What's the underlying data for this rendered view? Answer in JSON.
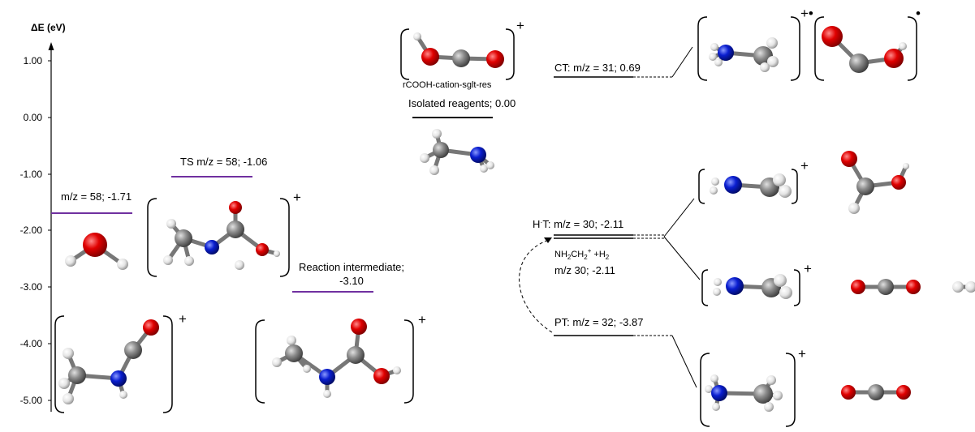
{
  "axis": {
    "title": "ΔE (eV)",
    "ticks": [
      "1.00",
      "0.00",
      "-1.00",
      "-2.00",
      "-3.00",
      "-4.00",
      "-5.00"
    ]
  },
  "levels": {
    "water_complex": "m/z = 58; -1.71",
    "ts": "TS  m/z = 58; -1.06",
    "intermediate_line1": "Reaction intermediate;",
    "intermediate_line2": "-3.10",
    "isolated": "Isolated reagents; 0.00",
    "ct": "CT: m/z = 31; 0.69",
    "ht_prefix": "H",
    "ht_rest": "T: m/z = 30; -2.11",
    "h2_nh": "NH",
    "h2_sub1": "2",
    "h2_ch": "CH",
    "h2_sub2": "2",
    "h2_sup": "+",
    "h2_plus": " +H",
    "h2_sub3": "2",
    "h2_mz": "m/z 30; -2.11",
    "pt": "PT: m/z = 32; -3.87",
    "reagent_caption": "rCOOH-cation-sglt-res"
  },
  "charges": {
    "plus": "+",
    "plus_radical": "+•",
    "radical": "•"
  },
  "colors": {
    "purple": "#7030a0",
    "oxygen": "#e00000",
    "nitrogen": "#0a1ed0",
    "carbon": "#8c8c8c",
    "hydrogen": "#e8e8e8"
  }
}
